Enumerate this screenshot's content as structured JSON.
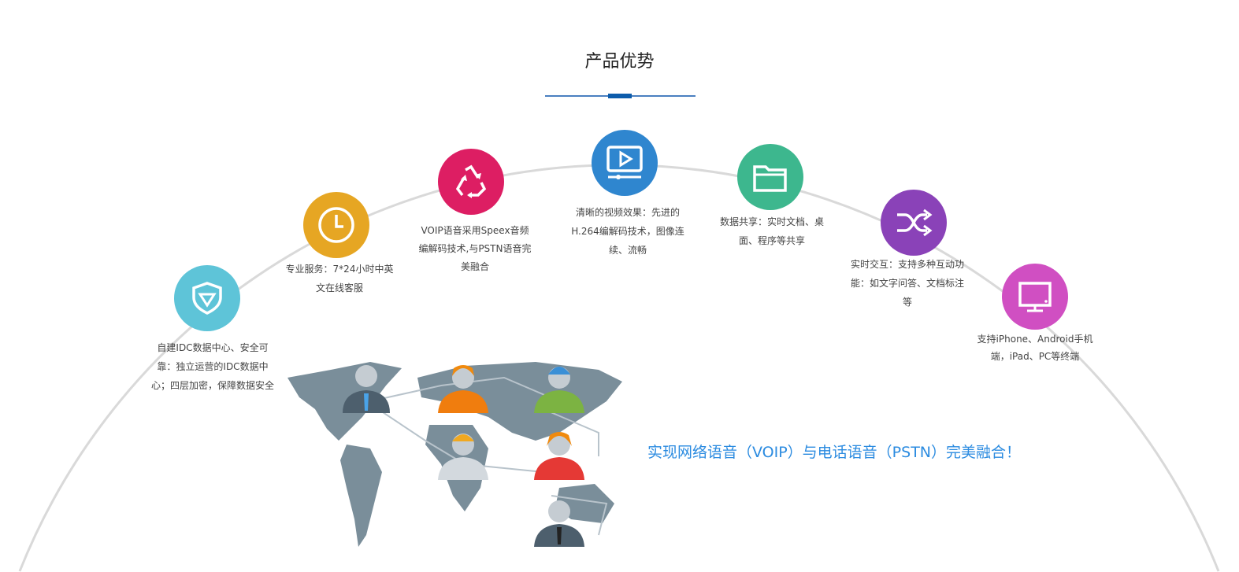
{
  "section": {
    "title": "产品优势"
  },
  "features": [
    {
      "icon": "shield-icon",
      "color": "#5ec4d8",
      "text": "自建IDC数据中心、安全可靠：独立运营的IDC数据中心；四层加密，保障数据安全"
    },
    {
      "icon": "clock-icon",
      "color": "#e6a623",
      "text": "专业服务：7*24小时中英文在线客服"
    },
    {
      "icon": "recycle-icon",
      "color": "#dd1e63",
      "text": "VOIP语音采用Speex音频编解码技术,与PSTN语音完美融合"
    },
    {
      "icon": "video-play-icon",
      "color": "#2f86cf",
      "text": "清晰的视频效果：先进的H.264编解码技术，图像连续、流畅"
    },
    {
      "icon": "folder-icon",
      "color": "#3db78e",
      "text": "数据共享：实时文档、桌面、程序等共享"
    },
    {
      "icon": "shuffle-icon",
      "color": "#8a42b8",
      "text": "实时交互：支持多种互动功能：如文字问答、文档标注等"
    },
    {
      "icon": "monitor-icon",
      "color": "#d04fc2",
      "text": "支持iPhone、Android手机端，iPad、PC等终端"
    }
  ],
  "slogan": "实现网络语音（VOIP）与电话语音（PSTN）完美融合！"
}
